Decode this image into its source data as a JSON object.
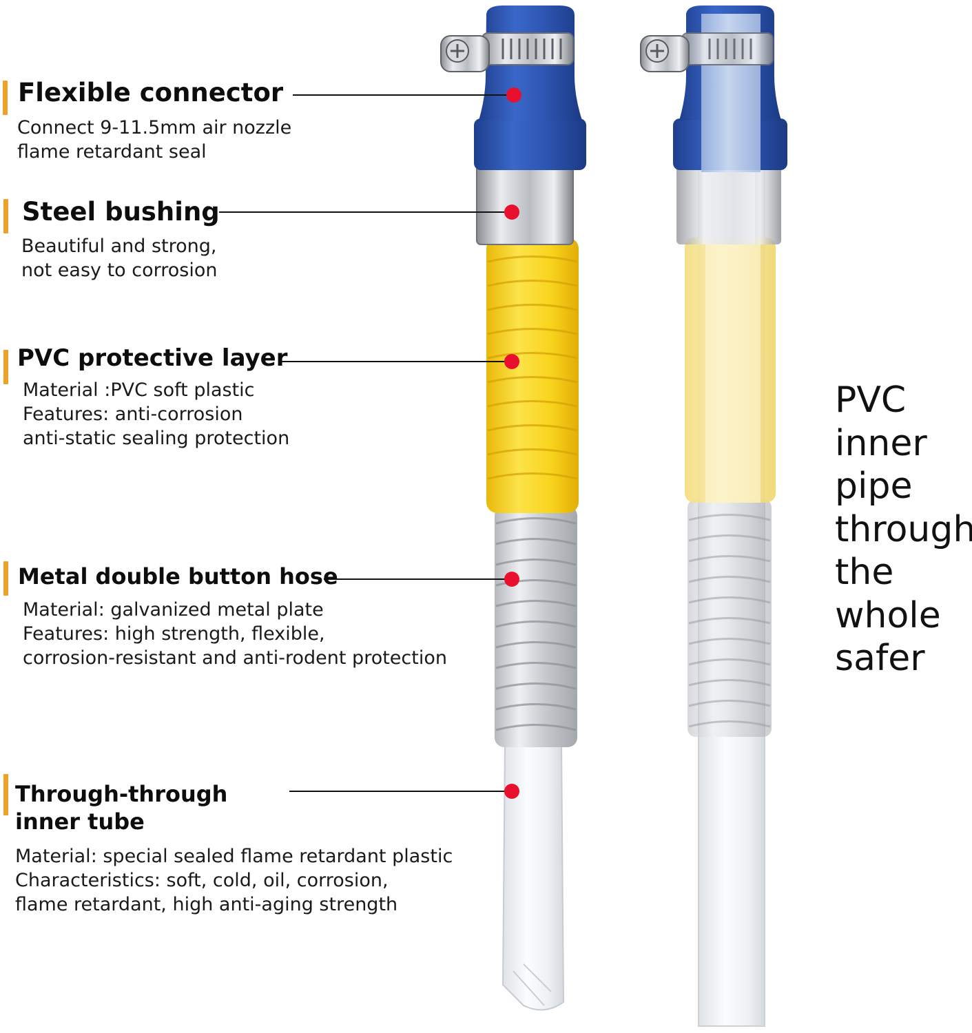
{
  "callouts": [
    {
      "title": "Flexible connector",
      "lines": [
        "Connect 9-11.5mm air nozzle",
        "flame retardant seal"
      ]
    },
    {
      "title": "Steel bushing",
      "lines": [
        "Beautiful and strong,",
        "not easy to corrosion"
      ]
    },
    {
      "title": "PVC protective layer",
      "lines": [
        "Material :PVC soft plastic",
        "Features: anti-corrosion",
        "anti-static sealing protection"
      ]
    },
    {
      "title": "Metal double button hose",
      "lines": [
        "Material: galvanized metal plate",
        "Features: high strength, flexible,",
        "corrosion-resistant and anti-rodent protection"
      ]
    },
    {
      "title_lines": [
        "Through-through",
        "inner tube"
      ],
      "lines": [
        "Material: special sealed flame retardant plastic",
        "Characteristics: soft, cold, oil, corrosion,",
        "flame retardant, high anti-aging strength"
      ]
    }
  ],
  "side_text": [
    "PVC",
    "inner",
    "pipe",
    "through",
    "the",
    "whole",
    "safer"
  ],
  "colors": {
    "accent_bar": "#f0a12a",
    "marker": "#e8102e",
    "connector_blue": "#2e57b8",
    "pvc_yellow": "#f7d51e",
    "steel": "#c8cbd0"
  }
}
